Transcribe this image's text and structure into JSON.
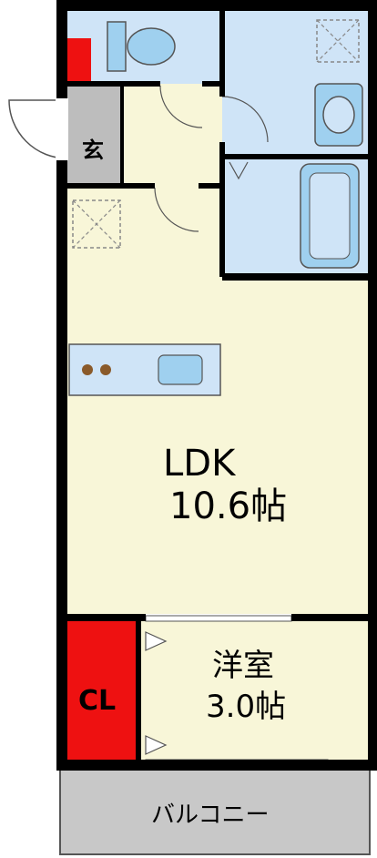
{
  "floor_plan": {
    "rooms": {
      "genkan": "玄",
      "ldk": {
        "name": "LDK",
        "size": "10.6帖"
      },
      "yoshitsu": {
        "name": "洋室",
        "size": "3.0帖"
      },
      "closet": "CL",
      "balcony": "バルコニー"
    },
    "colors": {
      "wall": "#000000",
      "floor": "#f8f6d8",
      "wet_area": "#cfe4f7",
      "fixture": "#9fd0ef",
      "genkan": "#bdbdbd",
      "closet": "#ee1111",
      "balcony": "#c8c8c8"
    }
  }
}
